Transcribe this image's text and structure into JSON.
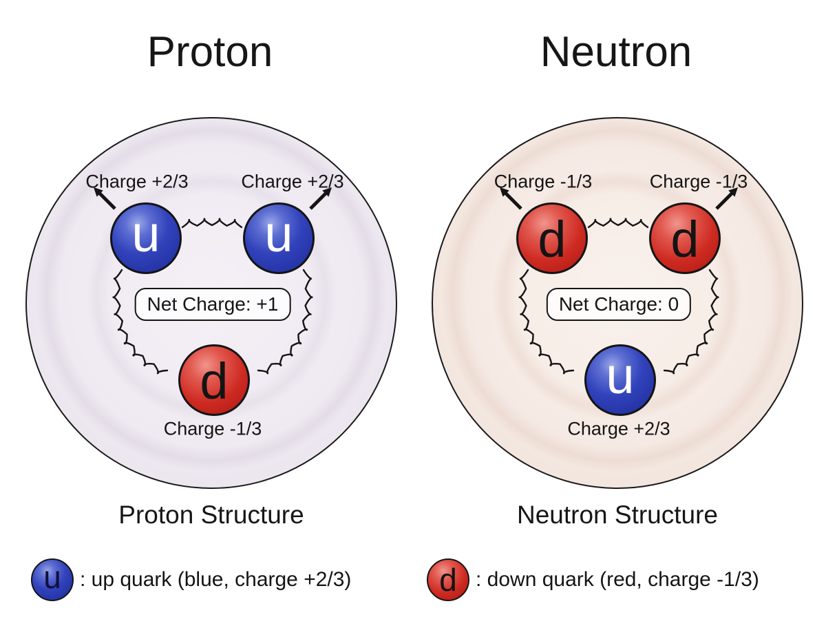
{
  "colors": {
    "up_quark_blue": "#2e3cb4",
    "down_quark_red": "#cf2a21",
    "proton_circle_bg": "#efe9f1",
    "neutron_circle_bg": "#f6ebe5",
    "outline_black": "#141414",
    "background": "#ffffff"
  },
  "panels": [
    {
      "name": "proton",
      "title": "Proton",
      "caption": "Proton Structure",
      "net_charge": "Net Charge: +1",
      "quark_top_left": {
        "symbol": "u",
        "charge": "Charge +2/3"
      },
      "quark_top_right": {
        "symbol": "u",
        "charge": "Charge +2/3"
      },
      "quark_bottom": {
        "symbol": "d",
        "charge": "Charge -1/3"
      }
    },
    {
      "name": "neutron",
      "title": "Neutron",
      "caption": "Neutron Structure",
      "net_charge": "Net Charge: 0",
      "quark_top_left": {
        "symbol": "d",
        "charge": "Charge -1/3"
      },
      "quark_top_right": {
        "symbol": "d",
        "charge": "Charge -1/3"
      },
      "quark_bottom": {
        "symbol": "u",
        "charge": "Charge +2/3"
      }
    }
  ],
  "legend": [
    {
      "symbol": "u",
      "label": ": up quark (blue, charge +2/3)"
    },
    {
      "symbol": "d",
      "label": ": down quark (red, charge -1/3)"
    }
  ]
}
